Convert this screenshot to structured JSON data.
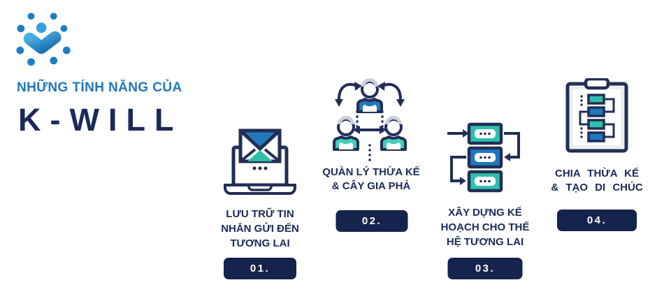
{
  "brand": {
    "tagline": "NHỮNG TÍNH NĂNG CỦA",
    "title": "K-WILL",
    "logo_icon": "molecule-dots-logo"
  },
  "features": [
    {
      "number": "01.",
      "icon": "laptop-email-icon",
      "lines": [
        "LƯU TRỮ TIN",
        "NHẮN GỬI ĐẾN",
        "TƯƠNG LAI"
      ]
    },
    {
      "number": "02.",
      "icon": "people-network-icon",
      "lines": [
        "QUÀN LÝ THỪA KẾ",
        "& CÂY GIA PHẢ"
      ]
    },
    {
      "number": "03.",
      "icon": "flowchart-boxes-icon",
      "lines": [
        "XÂY DỰNG KẾ",
        "HOẠCH CHO THẾ",
        "HỆ TƯƠNG LAI"
      ]
    },
    {
      "number": "04.",
      "icon": "clipboard-hierarchy-icon",
      "lines": [
        "CHIA THỪA KẾ",
        "& TẠO DI CHÚC"
      ]
    }
  ],
  "colors": {
    "navy_text": "#1b2a58",
    "badge_navy": "#15244d",
    "outline_navy": "#222e55",
    "accent_blue": "#2177bd",
    "accent_teal": "#2ec0ab",
    "tagline_blue": "#2177bd",
    "logo_dot_blue": "#1d7dc4",
    "logo_light_blue": "#33a0dc",
    "hair_gray": "#c9cfd9",
    "board_gray": "#eceef1"
  }
}
